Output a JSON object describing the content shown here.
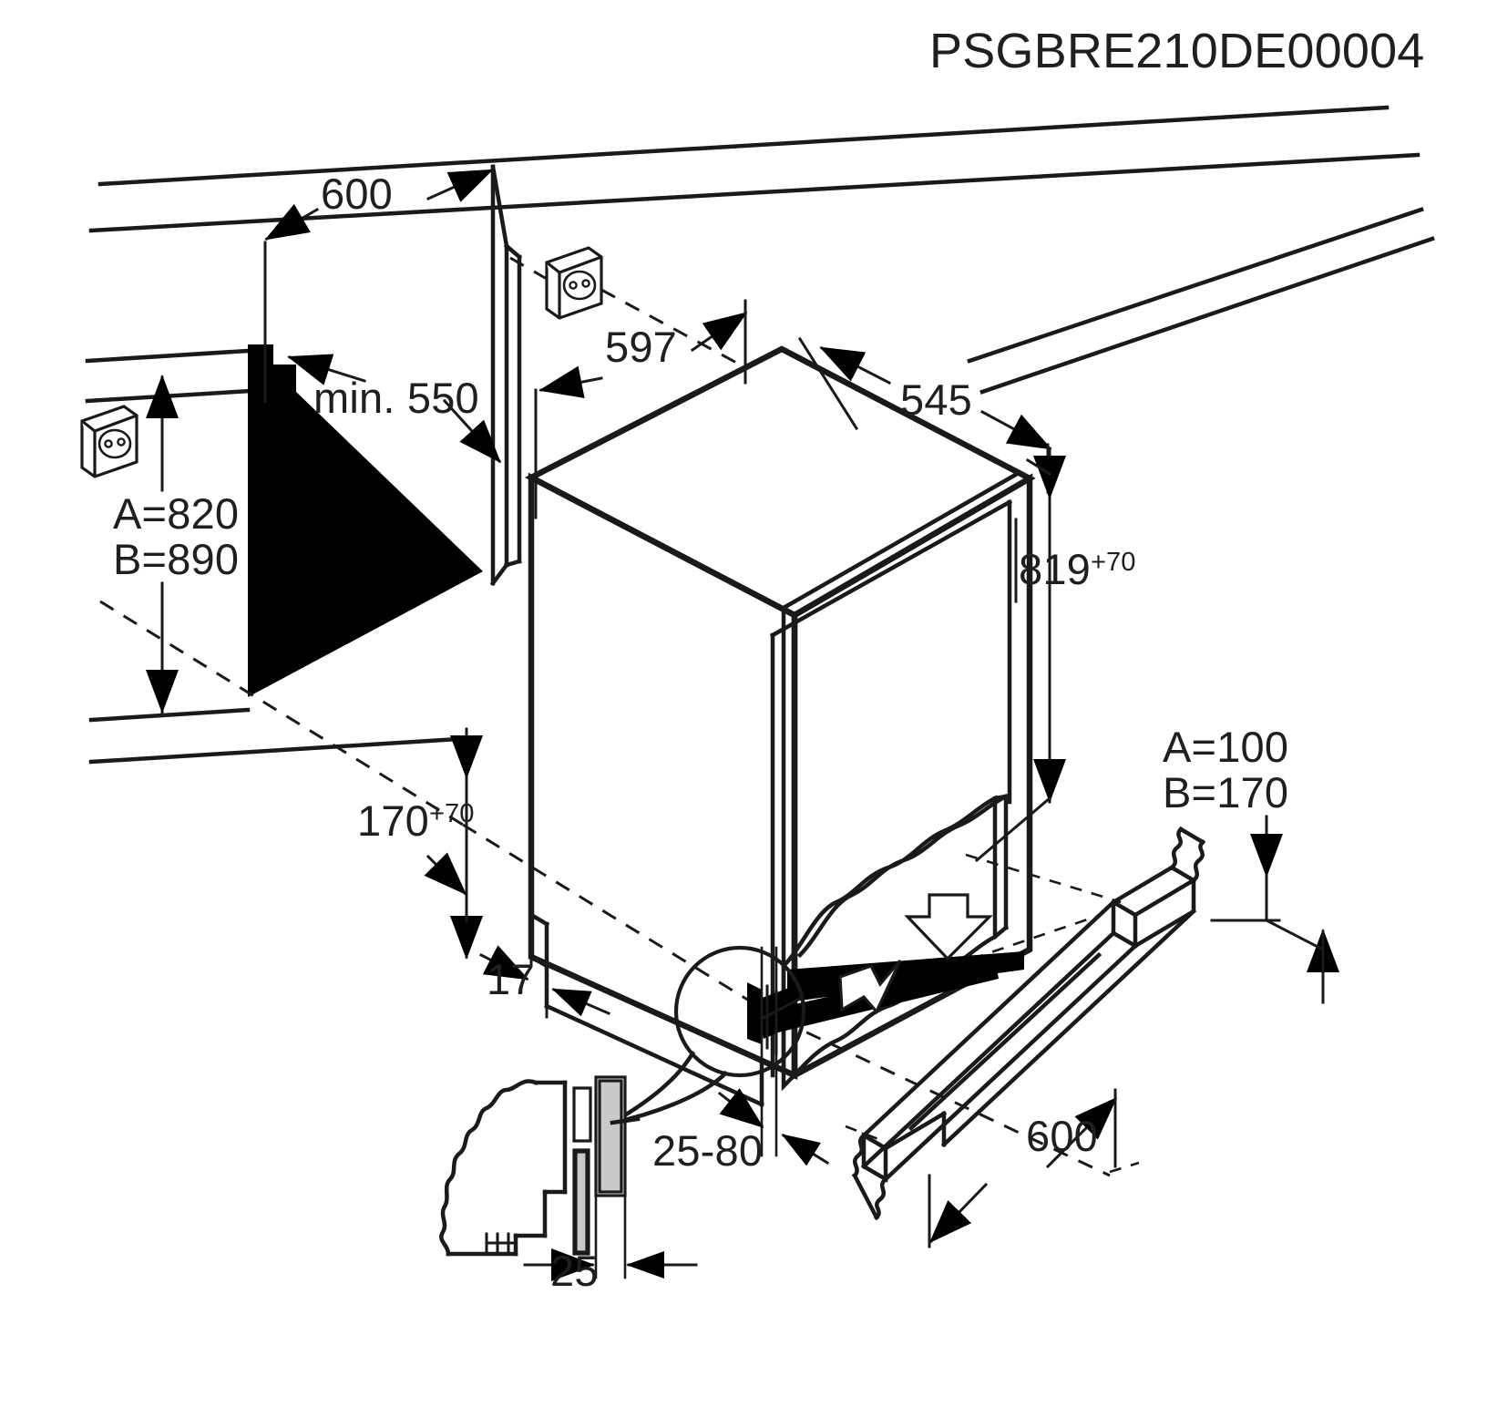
{
  "drawing": {
    "title": "PSGBRE210DE00004",
    "kind": "installation-dimension-diagram",
    "subject": "built-under refrigerator niche installation",
    "units": "mm"
  },
  "dimensions": {
    "niche_width_top": "600",
    "niche_depth_min": "min. 550",
    "niche_width_front": "597",
    "appliance_depth": "545",
    "appliance_height_value": "819",
    "appliance_height_tol": "+70",
    "niche_height_a": "A=820",
    "niche_height_b": "B=890",
    "plinth_cut_value": "170",
    "plinth_cut_tol": "+70",
    "door_gap": "17",
    "plinth_depth_range": "25-80",
    "panel_thickness": "25",
    "plinth_width": "600",
    "vent_height_a": "A=100",
    "vent_height_b": "B=170"
  },
  "icons": {
    "socket_upper": "wall-socket-icon",
    "socket_left": "wall-socket-icon",
    "vent_arrow_in": "airflow-arrow-icon",
    "vent_arrow_out": "airflow-arrow-icon",
    "detail_bubble": "detail-callout-icon"
  }
}
